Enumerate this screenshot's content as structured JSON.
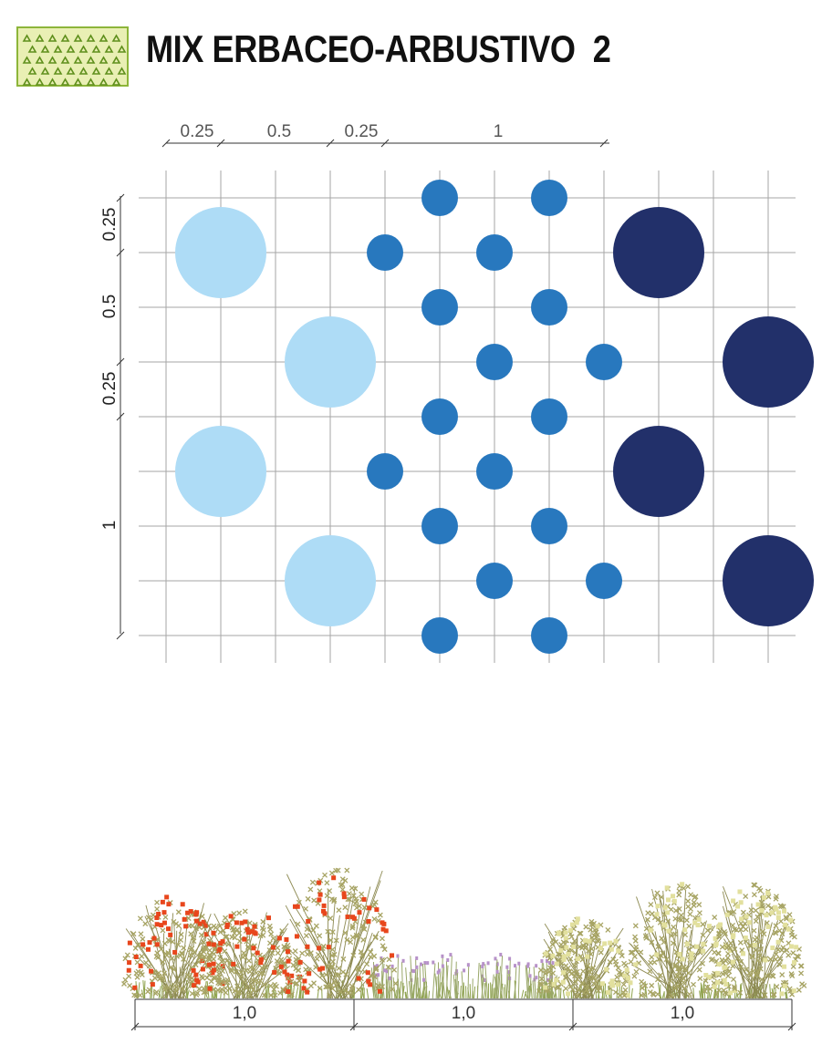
{
  "header": {
    "title": "MIX ERBACEO-ARBUSTIVO  2",
    "swatch_icon": "triangle-hatch-swatch-icon",
    "swatch_fill": "#e9efb4",
    "swatch_stroke": "#8db53a"
  },
  "plan": {
    "top_dimensions": [
      "0.25",
      "0.5",
      "0.25",
      "1"
    ],
    "left_dimensions": [
      "0.25",
      "0.5",
      "0.25",
      "1"
    ],
    "colors": {
      "grid": "#a6a6a6",
      "light_blue": "#aedcf6",
      "medium_blue": "#2878be",
      "dark_blue": "#22306a"
    }
  },
  "section": {
    "dimensions": [
      "1,0",
      "1,0",
      "1,0"
    ],
    "colors": {
      "shrub_foliage": "#a7a464",
      "flower_red": "#e8461c",
      "light_foliage": "#e2e09e",
      "lavender": "#b792c9",
      "ground_grass": "#8ea24c"
    }
  }
}
